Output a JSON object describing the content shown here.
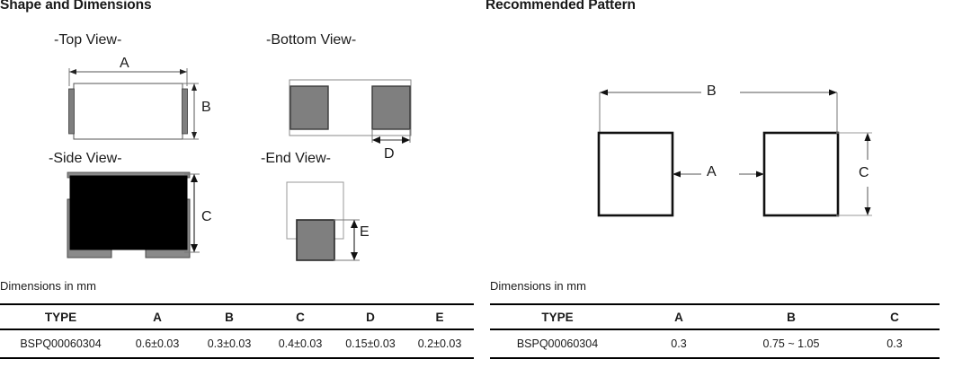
{
  "left": {
    "title": "Shape and Dimensions",
    "views": {
      "top": "-Top View-",
      "bottom": "-Bottom View-",
      "side": "-Side View-",
      "end": "-End View-"
    },
    "dimension_letters": {
      "a": "A",
      "b": "B",
      "c": "C",
      "d": "D",
      "e": "E"
    },
    "units_note": "Dimensions in mm",
    "table": {
      "headers": [
        "TYPE",
        "A",
        "B",
        "C",
        "D",
        "E"
      ],
      "rows": [
        [
          "BSPQ00060304",
          "0.6±0.03",
          "0.3±0.03",
          "0.4±0.03",
          "0.15±0.03",
          "0.2±0.03"
        ]
      ]
    }
  },
  "right": {
    "title": "Recommended Pattern",
    "dimension_letters": {
      "a": "A",
      "b": "B",
      "c": "C"
    },
    "units_note": "Dimensions in mm",
    "table": {
      "headers": [
        "TYPE",
        "A",
        "B",
        "C"
      ],
      "rows": [
        [
          "BSPQ00060304",
          "0.3",
          "0.75 ~ 1.05",
          "0.3"
        ]
      ]
    }
  },
  "colors": {
    "body_white": "#ffffff",
    "body_black": "#000000",
    "terminal_gray": "#808080",
    "outline_dark": "#1a1a1a",
    "outline_light": "#9a9a9a",
    "dimension_line": "#555555"
  }
}
